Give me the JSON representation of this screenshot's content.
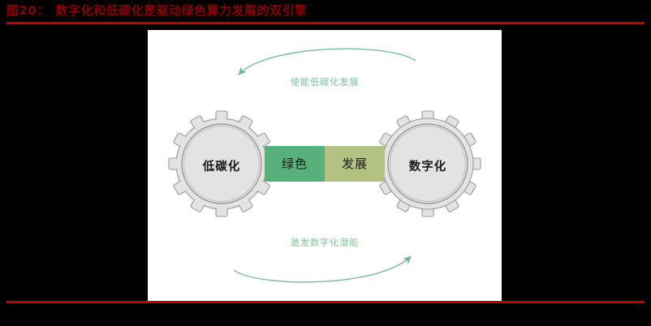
{
  "figure": {
    "number": "图20：",
    "title": "数字化和低碳化是驱动绿色算力发展的双引擎",
    "title_color": "#8B0000",
    "rule_color": "#C00000"
  },
  "diagram": {
    "type": "two-gear cycle diagram",
    "background": "#FFFFFF",
    "gears": [
      {
        "id": "gear-left",
        "label": "低碳化",
        "position": "left",
        "fill": "#E3E3E3",
        "stroke": "#9A9A9A",
        "teeth": 12
      },
      {
        "id": "gear-right",
        "label": "数字化",
        "position": "right",
        "fill": "#E3E3E3",
        "stroke": "#9A9A9A",
        "teeth": 12
      }
    ],
    "bridge": {
      "cells": [
        {
          "id": "bridge-green",
          "label": "绿色",
          "color": "#58B17B"
        },
        {
          "id": "bridge-dev",
          "label": "发展",
          "color": "#B3C183"
        }
      ]
    },
    "arrows": [
      {
        "id": "arrow-top",
        "caption": "使能低碳化发展",
        "direction": "right-to-left",
        "color": "#6FB88F"
      },
      {
        "id": "arrow-bottom",
        "caption": "激发数字化潜能",
        "direction": "left-to-right",
        "color": "#6FB88F"
      }
    ]
  }
}
